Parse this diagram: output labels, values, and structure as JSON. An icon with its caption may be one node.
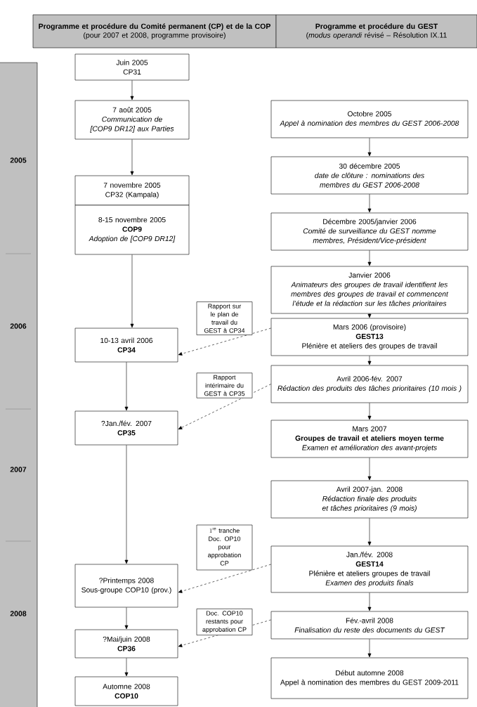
{
  "diagram": {
    "nodes": [
      {
        "text": [
          "Programme et procédure du Comité permanent (CP) et de la COP",
          "(pour 2007 et 2008, programme provisoire)"
        ]
      },
      {
        "text": [
          "Programme et procédure du GEST",
          "(*modus operandi* révisé – Résolution IX.11"
        ]
      },
      {
        "text": [
          "Juin 2005",
          "CP31"
        ]
      },
      {
        "text": [
          "7 août 2005",
          "Communication de [COP9 DR12] aux Parties"
        ]
      },
      {
        "text": [
          "7 novembre 2005",
          "CP32 (Kampala)"
        ]
      },
      {
        "text": [
          "8-15 novembre 2005",
          "COP9",
          "Adoption de [COP9 DR12]"
        ]
      },
      {
        "text": [
          "10-13 avril 2006",
          "CP34"
        ]
      },
      {
        "text": [
          "?Jan./fév. 2007",
          "CP35"
        ]
      },
      {
        "text": [
          "?Printemps 2008",
          "Sous-groupe COP10 (prov.)"
        ]
      },
      {
        "text": [
          "?Mai/juin 2008",
          "CP36"
        ]
      },
      {
        "text": [
          "Automne 2008",
          "COP10"
        ]
      },
      {
        "text": [
          "Octobre 2005",
          "Appel à nomination des membres du GEST 2006-2008"
        ]
      },
      {
        "text": [
          "30 décembre 2005",
          "date de clôture : nominations des membres du GEST 2006-2008"
        ]
      },
      {
        "text": [
          "Décembre 2005/janvier 2006",
          "Comité de surveillance du GEST nomme membres, Président/Vice-président"
        ]
      },
      {
        "text": [
          "Janvier 2006",
          "Animateurs des groupes de travail identifient les membres des groupes de travail et commencent l’étude et la rédaction sur les tâches prioritaires"
        ]
      },
      {
        "text": [
          "Mars 2006 (provisoire)",
          "GEST13",
          "Plénière et ateliers des groupes de travail"
        ]
      },
      {
        "text": [
          "Avril 2006-fév. 2007",
          "Rédaction des produits des tâches prioritaires (10 mois )"
        ]
      },
      {
        "text": [
          "Mars 2007",
          "Groupes de travail et ateliers moyen terme",
          "Examen et amélioration des avant-projets"
        ]
      },
      {
        "text": [
          "Avril 2007-jan. 2008",
          "Rédaction finale des produits et tâches prioritaires (9 mois)"
        ]
      },
      {
        "text": [
          "Jan./fév. 2008",
          "GEST14",
          "Plénière et ateliers groupes de travail",
          "Examen des produits finals"
        ]
      },
      {
        "text": [
          "Fév.-avril 2008",
          "Finalisation du reste des documents du GEST"
        ]
      },
      {
        "text": [
          "Début automne 2008",
          "Appel à nomination des membres du GEST 2009-2011"
        ]
      }
    ],
    "edges": [
      {
        "from": 2,
        "to": 3,
        "arrow": "to"
      },
      {
        "from": 3,
        "to": 4,
        "arrow": "to"
      },
      {
        "from": 5,
        "to": 6,
        "arrow": "to"
      },
      {
        "from": 6,
        "to": 7,
        "arrow": "to"
      },
      {
        "from": 7,
        "to": 8,
        "arrow": "to"
      },
      {
        "from": 8,
        "to": 9,
        "arrow": "to"
      },
      {
        "from": 9,
        "to": 10,
        "arrow": "to"
      },
      {
        "from": 11,
        "to": 12,
        "arrow": "to"
      },
      {
        "from": 12,
        "to": 13,
        "arrow": "to"
      },
      {
        "from": 13,
        "to": 14,
        "arrow": "to"
      },
      {
        "from": 14,
        "to": 15,
        "arrow": "to"
      },
      {
        "from": 15,
        "to": 16,
        "arrow": "to"
      },
      {
        "from": 16,
        "to": 17,
        "arrow": "to"
      },
      {
        "from": 17,
        "to": 18,
        "arrow": "to"
      },
      {
        "from": 18,
        "to": 19,
        "arrow": "to"
      },
      {
        "from": 19,
        "to": 20,
        "arrow": "to"
      },
      {
        "from": 20,
        "to": 21,
        "arrow": "to"
      },
      {
        "from": 15,
        "to": 6,
        "arrow": "to",
        "style": "dashed",
        "label": "Rapport sur le plan de travail du GEST à CP34"
      },
      {
        "from": 16,
        "to": 7,
        "arrow": "to",
        "style": "dashed",
        "label": "Rapport intérimaire du GEST à CP35"
      },
      {
        "from": 19,
        "to": 8,
        "arrow": "to",
        "style": "dashed",
        "label": "\\begin{array}{c}1^{\\mathrm{re}}\\ \\mbox{tranche}\\\\ \\mbox{Doc. OP10}\\\\ \\mbox{pour}\\\\ \\mbox{approbation}\\\\ \\mbox{CP}\\end{array}"
      },
      {
        "from": 20,
        "to": 9,
        "arrow": "to",
        "style": "dashed",
        "label": "Doc. COP10 restants pour approbation CP"
      }
    ],
    "labels": [
      "2005",
      "2006",
      "2007",
      "2008"
    ]
  }
}
